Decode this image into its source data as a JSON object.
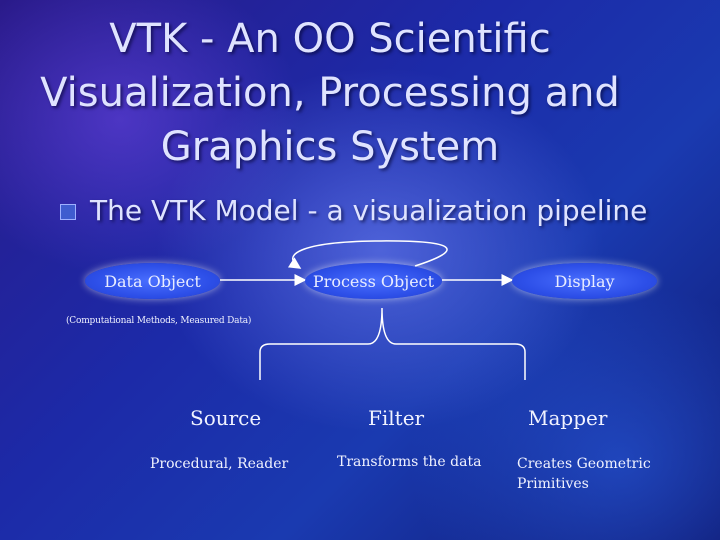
{
  "title": {
    "line1": "VTK - An OO Scientific",
    "line2": "Visualization, Processing and",
    "line3": "Graphics System"
  },
  "bullet": {
    "icon": "square-bullet-icon",
    "text": "The VTK Model - a visualization pipeline"
  },
  "pipeline": {
    "data_object": "Data Object",
    "process_object": "Process Object",
    "display": "Display",
    "data_note": "(Computational Methods, Measured Data)"
  },
  "components": [
    {
      "name": "Source",
      "description": "Procedural, Reader"
    },
    {
      "name": "Filter",
      "description": "Transforms the data"
    },
    {
      "name": "Mapper",
      "description_line1": "Creates Geometric",
      "description_line2": "Primitives"
    }
  ],
  "colors": {
    "oval_fill": "#2d4fe8",
    "background_dark": "#1c2aa8",
    "text": "#dfe3ff"
  }
}
